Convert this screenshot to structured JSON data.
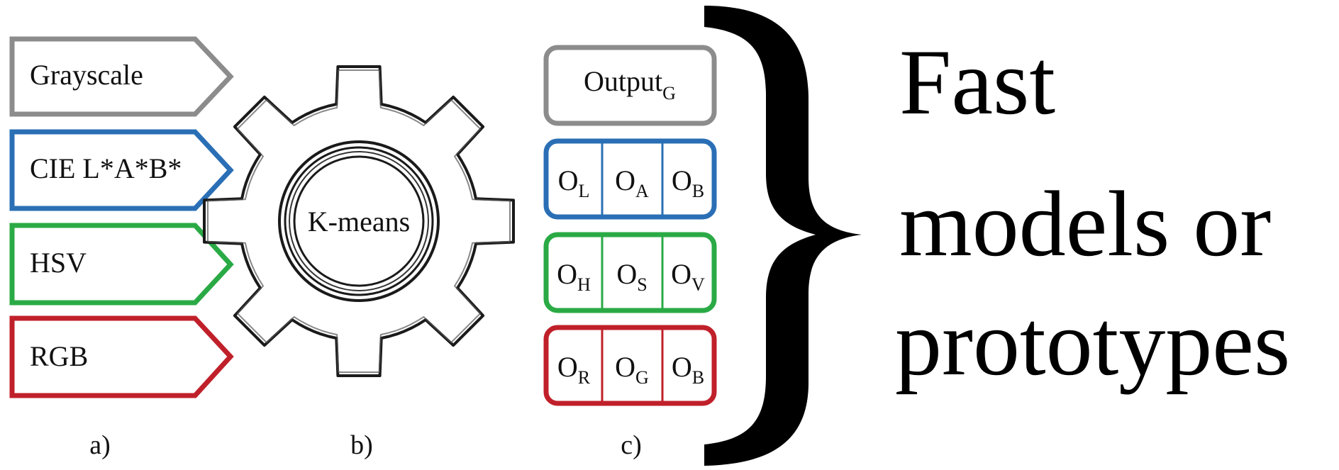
{
  "inputs": [
    {
      "label": "Grayscale",
      "color": "#8c8c8c"
    },
    {
      "label": "CIE L*A*B*",
      "color": "#2a6fb5"
    },
    {
      "label": "HSV",
      "color": "#2aaa45"
    },
    {
      "label": "RGB",
      "color": "#c0202a"
    }
  ],
  "gear": {
    "label": "K-means"
  },
  "outputs": {
    "grayscale": {
      "main": "Output",
      "sub": "G",
      "color": "#8c8c8c"
    },
    "groups": [
      {
        "color": "#2a6fb5",
        "cells": [
          {
            "main": "O",
            "sub": "L"
          },
          {
            "main": "O",
            "sub": "A"
          },
          {
            "main": "O",
            "sub": "B"
          }
        ]
      },
      {
        "color": "#2aaa45",
        "cells": [
          {
            "main": "O",
            "sub": "H"
          },
          {
            "main": "O",
            "sub": "S"
          },
          {
            "main": "O",
            "sub": "V"
          }
        ]
      },
      {
        "color": "#c0202a",
        "cells": [
          {
            "main": "O",
            "sub": "R"
          },
          {
            "main": "O",
            "sub": "G"
          },
          {
            "main": "O",
            "sub": "B"
          }
        ]
      }
    ]
  },
  "panel_labels": {
    "a": "a)",
    "b": "b)",
    "c": "c)"
  },
  "result": {
    "line1": "Fast",
    "line2": "models or",
    "line3": "prototypes"
  }
}
